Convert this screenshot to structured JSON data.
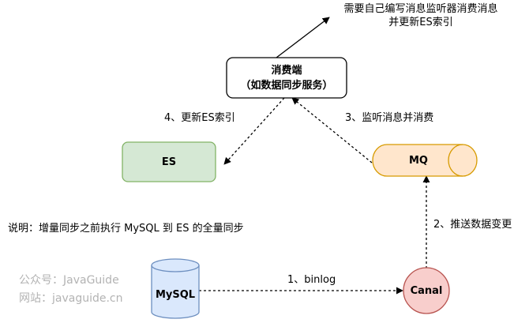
{
  "colors": {
    "line": "#000000",
    "consumer_fill": "#ffffff",
    "es_fill": "#d5e8d4",
    "es_stroke": "#82b366",
    "mq_fill": "#ffe6cc",
    "mq_stroke": "#d79b00",
    "canal_fill": "#f8cecc",
    "canal_stroke": "#b85450",
    "mysql_fill": "#dae8fc",
    "mysql_stroke": "#6c8ebf",
    "watermark": "#b3b3b3"
  },
  "top_note": {
    "line1": "需要自己编写消息监听器消费消息",
    "line2": "并更新ES索引"
  },
  "consumer": {
    "line1": "消费端",
    "line2": "（如数据同步服务）"
  },
  "es": {
    "label": "ES"
  },
  "mq": {
    "label": "MQ"
  },
  "mysql": {
    "label": "MySQL"
  },
  "canal": {
    "label": "Canal"
  },
  "edges": {
    "step1": "1、binlog",
    "step2": "2、推送数据变更",
    "step3": "3、监听消息并消费",
    "step4": "4、更新ES索引"
  },
  "description": "说明：增量同步之前执行 MySQL 到 ES 的全量同步",
  "watermark": {
    "line1": "公众号：JavaGuide",
    "line2": "网站：javaguide.cn"
  }
}
